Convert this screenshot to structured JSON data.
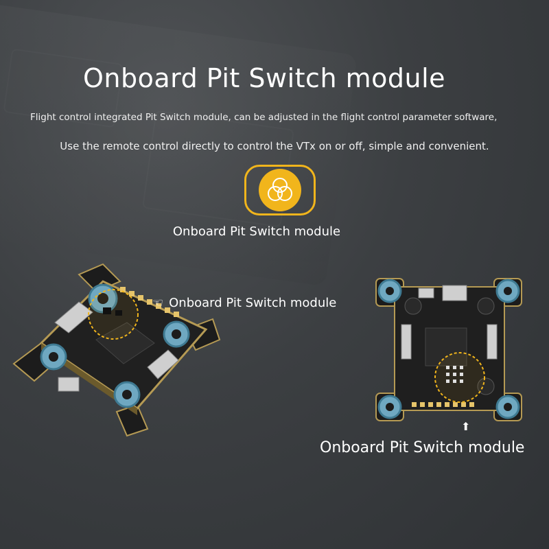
{
  "header": {
    "title": "Onboard Pit Switch module",
    "line1": "Flight control integrated Pit Switch module, can be adjusted in the flight control parameter software,",
    "line2": "Use the remote control directly to control the VTx on or off, simple and convenient."
  },
  "feature_icon": {
    "icon_name": "three-circles-venn-icon",
    "label": "Onboard Pit Switch module",
    "accent_color": "#f1b51c"
  },
  "callouts": {
    "left_board_label": "Onboard Pit Switch module",
    "left_arrow": "☜",
    "right_board_label": "Onboard Pit Switch module",
    "right_arrow": "⬆"
  }
}
